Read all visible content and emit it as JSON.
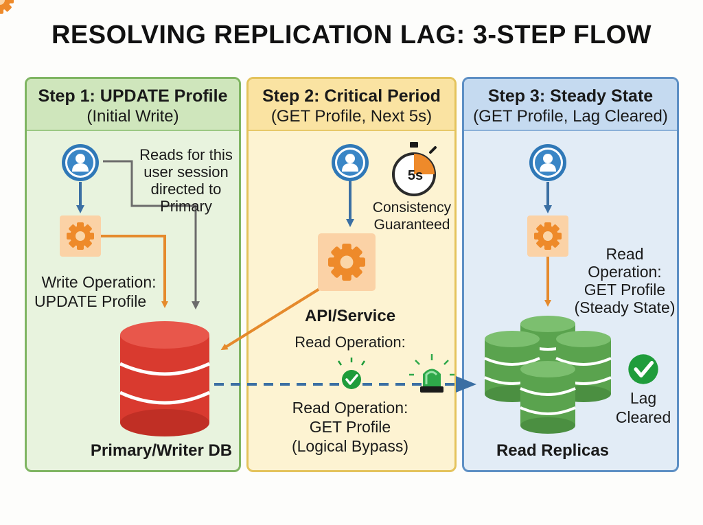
{
  "title": "RESOLVING REPLICATION LAG: 3-STEP FLOW",
  "steps": [
    {
      "heading": "Step 1: UPDATE Profile",
      "subheading": "(Initial Write)",
      "note": [
        "Reads for this",
        "user session",
        "directed to",
        "Primary"
      ],
      "operation": [
        "Write Operation:",
        "UPDATE Profile"
      ],
      "db_label": "Primary/Writer DB"
    },
    {
      "heading": "Step 2: Critical Period",
      "subheading": "(GET Profile, Next 5s)",
      "timer": "5s",
      "timer_caption": [
        "Consistency",
        "Guaranteed"
      ],
      "service_label": "API/Service",
      "read_op_label": "Read Operation:",
      "bypass_label": [
        "Read Operation:",
        "GET Profile",
        "(Logical Bypass)"
      ]
    },
    {
      "heading": "Step 3: Steady State",
      "subheading": "(GET Profile, Lag Cleared)",
      "operation": [
        "Read",
        "Operation:",
        "GET Profile",
        "(Steady State)"
      ],
      "status": [
        "Lag",
        "Cleared"
      ],
      "db_label": "Read Replicas"
    }
  ],
  "colors": {
    "write_arrow": "#e58a2c",
    "read_arrow": "#3b6fa3",
    "gray_arrow": "#6b6b6b",
    "primary_db": "#d93a2f",
    "replica_db": "#5aa34e",
    "user_icon": "#2f78b7",
    "gear": "#ee8a2a"
  }
}
